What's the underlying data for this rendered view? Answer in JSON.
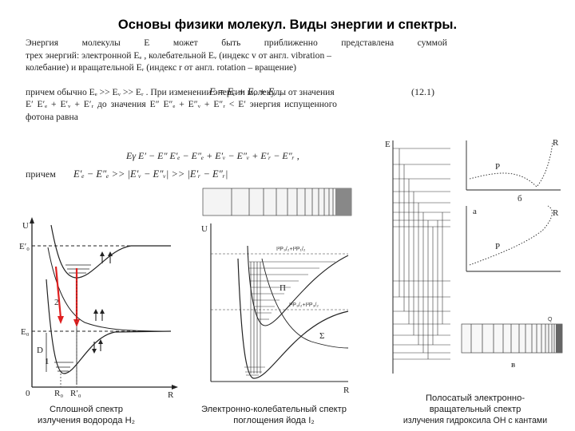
{
  "slide": {
    "title": "Основы физики молекул. Виды энергии и спектры."
  },
  "text": {
    "line1": "Энергия  молекулы  E  может  быть  приближенно  представлена  суммой",
    "line2": "трех энергий: электронной  Eₑ , колебательной  Eᵥ  (индекс v от англ. vibration –",
    "line3": "колебание) и вращательной  Eᵣ  (индекс r от англ. rotation – вращение)",
    "formula_main": "E = Eₑ + Eᵥ + Eᵣ ,",
    "eq_number": "(12.1)",
    "line4": "причем обычно Eₑ >> Eᵥ >> Eᵣ . При изменении энергии молекулы от значения",
    "line5": "E′    E′ₑ + E′ᵥ + E′ᵣ    до  значения   E″    E″ₑ + E″ᵥ + E″ᵣ < E′   энергия  испущенного",
    "line6": "фотона равна",
    "formula_photon": "Eγ    E′ − E″    E′ₑ − E″ₑ + E′ᵥ − E″ᵥ + E′ᵣ − E″ᵣ ,",
    "line7_prefix": "причем",
    "formula_condition": "E′ₑ − E″ₑ >> |E′ᵥ − E″ᵥ| >> |E′ᵣ − E″ᵣ|"
  },
  "figures": {
    "left": {
      "caption_line1": "Сплошной спектр",
      "caption_line2": "излучения водорода H₂",
      "axis_y": "U",
      "axis_x": "R",
      "label_e0_prime": "E′₀",
      "label_e0": "E₀",
      "label_d": "D",
      "label_one": "1",
      "label_two": "2",
      "label_zero": "0",
      "label_r0": "R₀",
      "label_r0_prime": "R′₀",
      "colors": {
        "arrow": "#e02020",
        "line": "#222222"
      }
    },
    "middle": {
      "caption_line1": "Электронно-колебательный спектр",
      "caption_line2": "поглощения йода I₂",
      "axis_y": "U",
      "axis_x": "R",
      "label_upper": "I²P₃/₂+I²P₁/₂",
      "label_lower": "I²P₃/₂+I²P₃/₂",
      "label_pi": "Π",
      "label_sigma": "Σ"
    },
    "right": {
      "caption_line1": "Полосатый  электронно-",
      "caption_line2": "вращательный спектр",
      "caption_line3": "излучения гидроксила OH с кантами",
      "label_e": "E",
      "label_p": "P",
      "label_r": "R",
      "label_q": "Q",
      "label_b": "б",
      "label_a": "а",
      "label_v": "в"
    }
  }
}
